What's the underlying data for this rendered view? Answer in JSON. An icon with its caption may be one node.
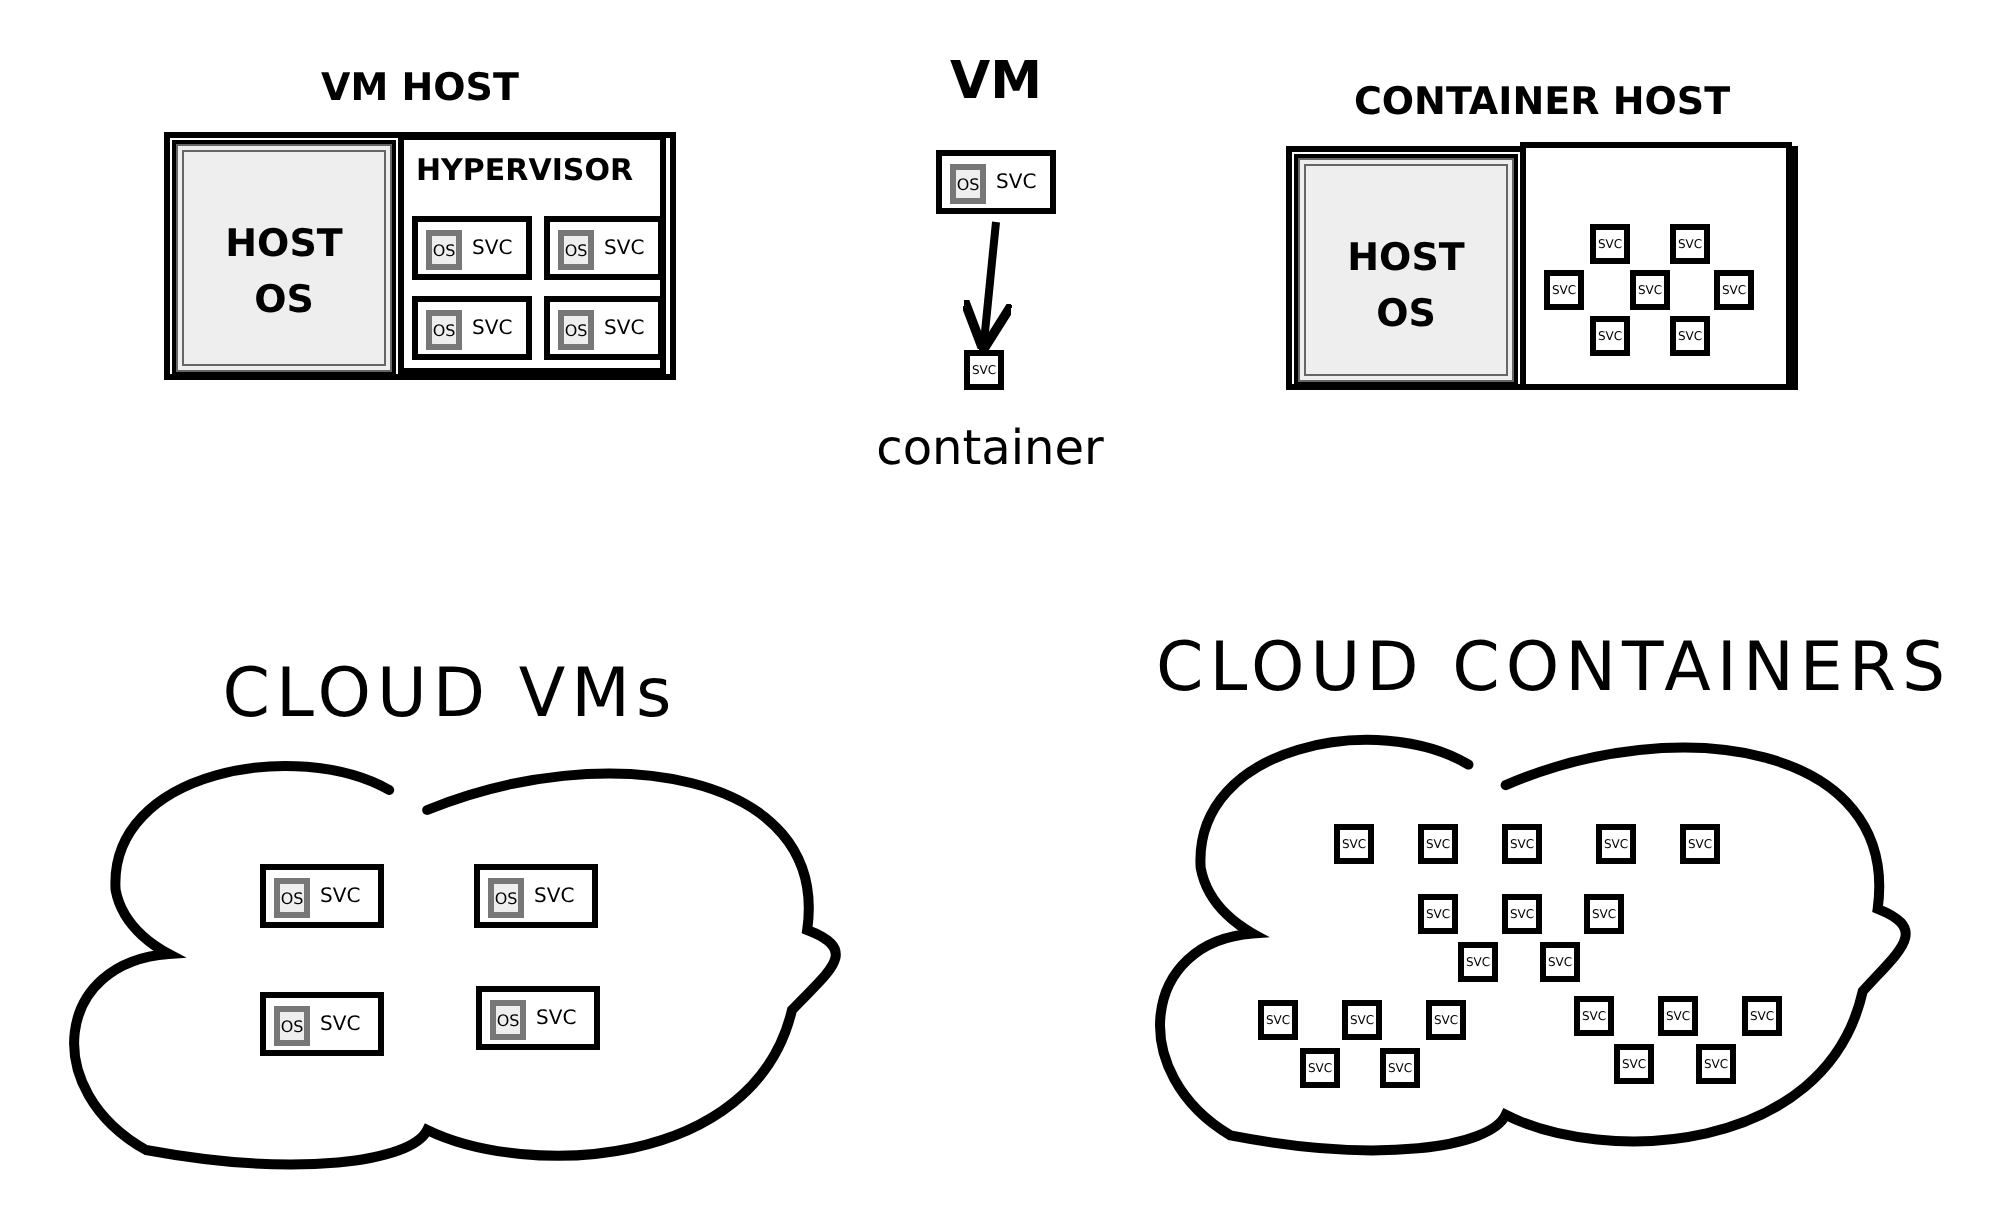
{
  "diagram": {
    "nodes": [
      {
        "text": [
          "VM HOST"
        ]
      },
      {
        "text": [
          "HOST OS"
        ],
        "in": 0
      },
      {
        "text": [
          "HYPERVISOR"
        ],
        "in": 0
      },
      {
        "text": [
          "SVC"
        ],
        "in": 2
      },
      {
        "text": [
          "OS"
        ],
        "in": 3
      },
      {
        "text": [
          "SVC"
        ],
        "in": 2
      },
      {
        "text": [
          "OS"
        ],
        "in": 5
      },
      {
        "text": [
          "SVC"
        ],
        "in": 2
      },
      {
        "text": [
          "OS"
        ],
        "in": 7
      },
      {
        "text": [
          "SVC"
        ],
        "in": 2
      },
      {
        "text": [
          "OS"
        ],
        "in": 9
      },
      {
        "text": [
          "VM",
          "SVC"
        ]
      },
      {
        "text": [
          "OS"
        ],
        "in": 11
      },
      {
        "text": [
          "SVC"
        ],
        "beside": [
          "container"
        ]
      },
      {
        "text": [
          "CONTAINER HOST"
        ]
      },
      {
        "text": [
          "HOST OS"
        ],
        "in": 14
      },
      {
        "text": [],
        "shape": "box",
        "in": 14
      },
      {
        "text": [
          "SVC"
        ],
        "in": 16
      },
      {
        "text": [
          "SVC"
        ],
        "in": 16
      },
      {
        "text": [
          "SVC"
        ],
        "in": 16
      },
      {
        "text": [
          "SVC"
        ],
        "in": 16
      },
      {
        "text": [
          "SVC"
        ],
        "in": 16
      },
      {
        "text": [
          "SVC"
        ],
        "in": 16
      },
      {
        "text": [
          "SVC"
        ],
        "in": 16
      },
      {
        "text": [
          "CLOUD VMs"
        ]
      },
      {
        "text": [
          "SVC"
        ],
        "in": 24
      },
      {
        "text": [
          "OS"
        ],
        "in": 25
      },
      {
        "text": [
          "SVC"
        ],
        "in": 24
      },
      {
        "text": [
          "OS"
        ],
        "in": 27
      },
      {
        "text": [
          "SVC"
        ],
        "in": 24
      },
      {
        "text": [
          "OS"
        ],
        "in": 29
      },
      {
        "text": [
          "SVC"
        ],
        "in": 24
      },
      {
        "text": [
          "OS"
        ],
        "in": 31
      },
      {
        "text": [
          "CLOUD CONTAINERS"
        ]
      },
      {
        "text": [
          "SVC"
        ],
        "in": 33
      },
      {
        "text": [
          "SVC"
        ],
        "in": 33
      },
      {
        "text": [
          "SVC"
        ],
        "in": 33
      },
      {
        "text": [
          "SVC"
        ],
        "in": 33
      },
      {
        "text": [
          "SVC"
        ],
        "in": 33
      },
      {
        "text": [
          "SVC"
        ],
        "in": 33
      },
      {
        "text": [
          "SVC"
        ],
        "in": 33
      },
      {
        "text": [
          "SVC"
        ],
        "in": 33
      },
      {
        "text": [
          "SVC"
        ],
        "in": 33
      },
      {
        "text": [
          "SVC"
        ],
        "in": 33
      },
      {
        "text": [
          "SVC"
        ],
        "in": 33
      },
      {
        "text": [
          "SVC"
        ],
        "in": 33
      },
      {
        "text": [
          "SVC"
        ],
        "in": 33
      },
      {
        "text": [
          "SVC"
        ],
        "in": 33
      },
      {
        "text": [
          "SVC"
        ],
        "in": 33
      },
      {
        "text": [
          "SVC"
        ],
        "in": 33
      },
      {
        "text": [
          "SVC"
        ],
        "in": 33
      },
      {
        "text": [
          "SVC"
        ],
        "in": 33
      },
      {
        "text": [
          "SVC"
        ],
        "in": 33
      },
      {
        "text": [
          "SVC"
        ],
        "in": 33
      }
    ],
    "edges": [
      {
        "from": 11,
        "to": 13,
        "arrow": "to"
      }
    ]
  }
}
